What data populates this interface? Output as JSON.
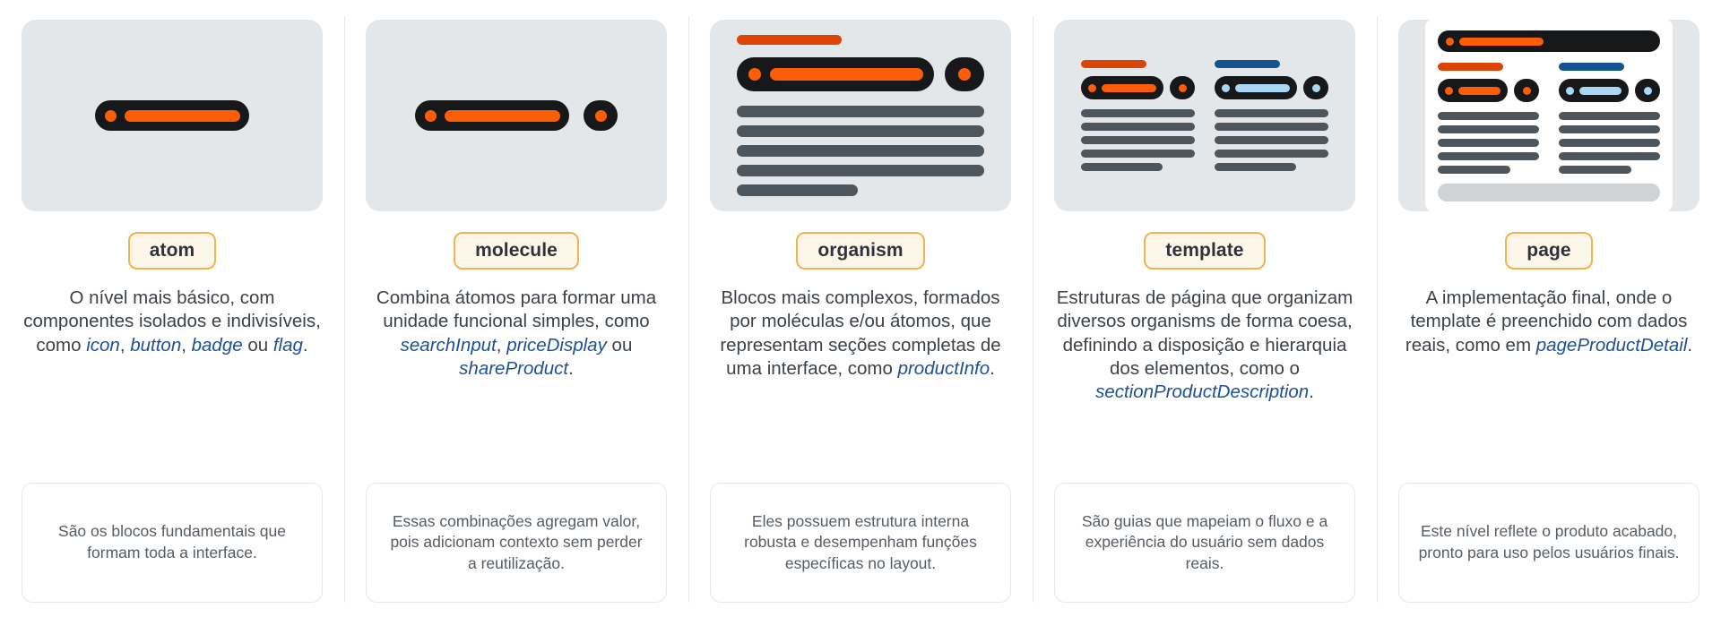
{
  "colors": {
    "panel_bg": "#e3e7e9",
    "dark": "#17181a",
    "orange": "#fb5e07",
    "orange_dark": "#dd4508",
    "blue_dark": "#14538f",
    "blue_light": "#a9d7f5",
    "text_line": "#4d565c",
    "badge_bg": "#fdf7ea",
    "badge_border": "#f4b352",
    "code_text": "#1b5195",
    "body_text": "#3b4248",
    "note_text": "#555d64",
    "note_border": "#e6e9ea",
    "divider": "#e6e8ea",
    "footer_bar": "#d0d3d6",
    "card_white": "#ffffff"
  },
  "columns": [
    {
      "id": "atom",
      "badge": "atom",
      "illustration": "atom-component-preview",
      "description": {
        "segments": [
          {
            "text": "O nível mais básico, com componentes isolados e indivisíveis, como ",
            "style": "normal"
          },
          {
            "text": "icon",
            "style": "code"
          },
          {
            "text": ", ",
            "style": "normal"
          },
          {
            "text": "button",
            "style": "code"
          },
          {
            "text": ", ",
            "style": "normal"
          },
          {
            "text": "badge",
            "style": "code"
          },
          {
            "text": " ou ",
            "style": "normal"
          },
          {
            "text": "flag",
            "style": "code"
          },
          {
            "text": ".",
            "style": "normal"
          }
        ]
      },
      "note": "São os blocos fundamentais que formam toda a interface."
    },
    {
      "id": "molecule",
      "badge": "molecule",
      "illustration": "molecule-component-preview",
      "description": {
        "segments": [
          {
            "text": "Combina átomos para formar uma unidade funcional simples, como ",
            "style": "normal"
          },
          {
            "text": "searchInput",
            "style": "code"
          },
          {
            "text": ", ",
            "style": "normal"
          },
          {
            "text": "priceDisplay",
            "style": "code"
          },
          {
            "text": " ou ",
            "style": "normal"
          },
          {
            "text": "shareProduct",
            "style": "code"
          },
          {
            "text": ".",
            "style": "normal"
          }
        ]
      },
      "note": "Essas combinações agregam valor, pois adicionam contexto sem perder a reutilização."
    },
    {
      "id": "organism",
      "badge": "organism",
      "illustration": "organism-component-preview",
      "description": {
        "segments": [
          {
            "text": "Blocos mais complexos, formados por moléculas e/ou átomos, que representam seções completas de uma interface, como ",
            "style": "normal"
          },
          {
            "text": "productInfo",
            "style": "code"
          },
          {
            "text": ".",
            "style": "normal"
          }
        ]
      },
      "note": "Eles possuem estrutura interna robusta e desempenham funções específicas no layout."
    },
    {
      "id": "template",
      "badge": "template",
      "illustration": "template-layout-preview",
      "description": {
        "segments": [
          {
            "text": "Estruturas de página que organizam diversos organisms de forma coesa, definindo a disposição e hierarquia dos elementos, como o ",
            "style": "normal"
          },
          {
            "text": "sectionProductDescription",
            "style": "code"
          },
          {
            "text": ".",
            "style": "normal"
          }
        ]
      },
      "note": "São guias que mapeiam o fluxo e a experiência do usuário sem dados reais."
    },
    {
      "id": "page",
      "badge": "page",
      "illustration": "page-layout-preview",
      "description": {
        "segments": [
          {
            "text": "A implementação final, onde o template é preenchido com dados reais, como em ",
            "style": "normal"
          },
          {
            "text": "pageProductDetail",
            "style": "code"
          },
          {
            "text": ".",
            "style": "normal"
          }
        ]
      },
      "note": "Este nível reflete o produto acabado, pronto para uso pelos usuários finais."
    }
  ]
}
